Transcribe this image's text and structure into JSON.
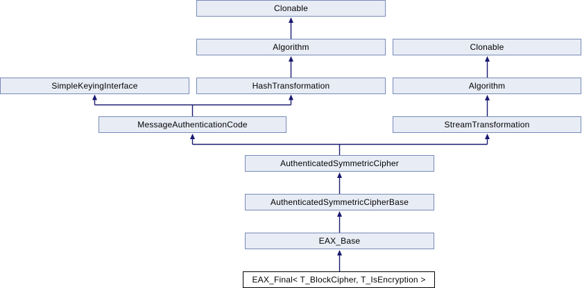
{
  "diagram": {
    "kind": "class-inheritance-diagram",
    "nodes": [
      {
        "id": "clonable-left",
        "label": "Clonable"
      },
      {
        "id": "algorithm-left",
        "label": "Algorithm"
      },
      {
        "id": "clonable-right",
        "label": "Clonable"
      },
      {
        "id": "simple-keying-interface",
        "label": "SimpleKeyingInterface"
      },
      {
        "id": "hash-transformation",
        "label": "HashTransformation"
      },
      {
        "id": "algorithm-right",
        "label": "Algorithm"
      },
      {
        "id": "message-authentication-code",
        "label": "MessageAuthenticationCode"
      },
      {
        "id": "stream-transformation",
        "label": "StreamTransformation"
      },
      {
        "id": "authenticated-symmetric-cipher",
        "label": "AuthenticatedSymmetricCipher"
      },
      {
        "id": "authenticated-symmetric-cipher-base",
        "label": "AuthenticatedSymmetricCipherBase"
      },
      {
        "id": "eax-base",
        "label": "EAX_Base"
      },
      {
        "id": "eax-final",
        "label": "EAX_Final< T_BlockCipher, T_IsEncryption >",
        "current": true
      }
    ],
    "edges": [
      {
        "child": "algorithm-left",
        "parent": "clonable-left"
      },
      {
        "child": "hash-transformation",
        "parent": "algorithm-left"
      },
      {
        "child": "message-authentication-code",
        "parent": "simple-keying-interface"
      },
      {
        "child": "message-authentication-code",
        "parent": "hash-transformation"
      },
      {
        "child": "algorithm-right",
        "parent": "clonable-right"
      },
      {
        "child": "stream-transformation",
        "parent": "algorithm-right"
      },
      {
        "child": "authenticated-symmetric-cipher",
        "parent": "message-authentication-code"
      },
      {
        "child": "authenticated-symmetric-cipher",
        "parent": "stream-transformation"
      },
      {
        "child": "authenticated-symmetric-cipher-base",
        "parent": "authenticated-symmetric-cipher"
      },
      {
        "child": "eax-base",
        "parent": "authenticated-symmetric-cipher-base"
      },
      {
        "child": "eax-final",
        "parent": "eax-base"
      }
    ],
    "colors": {
      "node_fill": "#e8ecf5",
      "node_border": "#7589b7",
      "current_node_fill": "#ffffff",
      "current_node_border": "#000000",
      "edge": "#191970",
      "text": "#000000",
      "background": "#ffffff"
    }
  }
}
